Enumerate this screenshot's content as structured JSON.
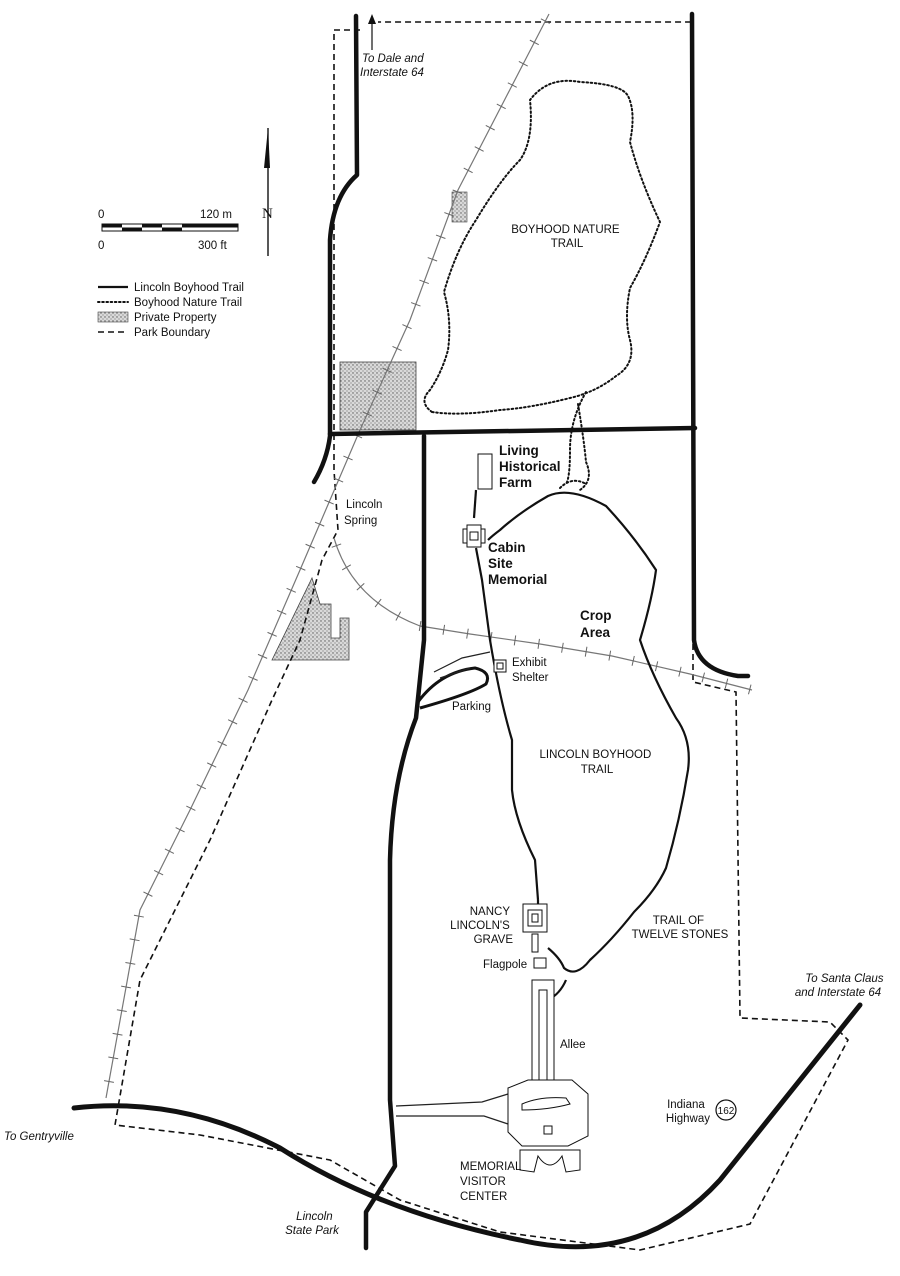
{
  "colors": {
    "ink": "#111111",
    "private_fill": "#cfcfcf",
    "railroad": "#777777",
    "paper": "#ffffff"
  },
  "legend": {
    "items": [
      {
        "label": "Lincoln Boyhood Trail",
        "symbol": "solid-line"
      },
      {
        "label": "Boyhood Nature Trail",
        "symbol": "dotted-line"
      },
      {
        "label": "Private Property",
        "symbol": "stipple-box"
      },
      {
        "label": "Park Boundary",
        "symbol": "dashed-line"
      }
    ]
  },
  "scale_bar": {
    "metric_start": "0",
    "metric_end": "120 m",
    "imperial_start": "0",
    "imperial_end": "300 ft"
  },
  "north_arrow": {
    "label": "N",
    "icon": "north-arrow-icon"
  },
  "labels": {
    "dale": [
      "To Dale and",
      "Interstate 64"
    ],
    "nature_trail": [
      "BOYHOOD NATURE",
      "TRAIL"
    ],
    "living_farm": [
      "Living",
      "Historical",
      "Farm"
    ],
    "lincoln_spring": [
      "Lincoln",
      "Spring"
    ],
    "cabin_site": [
      "Cabin",
      "Site",
      "Memorial"
    ],
    "crop_area": [
      "Crop",
      "Area"
    ],
    "exhibit_shelter": [
      "Exhibit",
      "Shelter"
    ],
    "parking": "Parking",
    "boyhood_trail": [
      "LINCOLN BOYHOOD",
      "TRAIL"
    ],
    "nancy_grave": [
      "NANCY",
      "LINCOLN'S",
      "GRAVE"
    ],
    "twelve_stones": [
      "TRAIL OF",
      "TWELVE STONES"
    ],
    "flagpole": "Flagpole",
    "allee": "Allee",
    "santa_claus": [
      "To Santa Claus",
      "and Interstate 64"
    ],
    "indiana_highway": [
      "Indiana",
      "Highway"
    ],
    "highway_shield": "162",
    "gentryville": "To Gentryville",
    "visitor_center": [
      "MEMORIAL",
      "VISITOR",
      "CENTER"
    ],
    "state_park": [
      "Lincoln",
      "State Park"
    ]
  }
}
